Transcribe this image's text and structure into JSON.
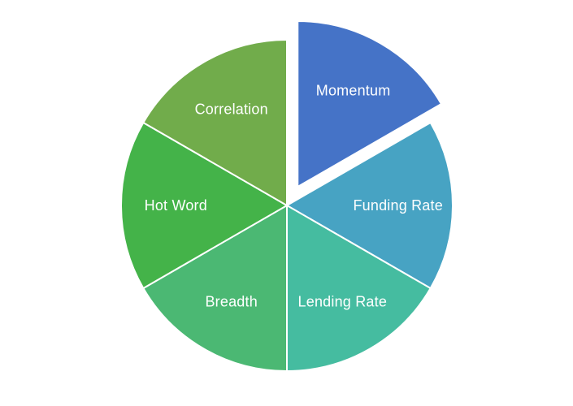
{
  "page": {
    "background": "#FFFFFF"
  },
  "chart_data": {
    "type": "pie",
    "title": "",
    "legend": "none",
    "direction": "clockwise",
    "start_angle_deg": 0,
    "label_color": "#FFFFFF",
    "slice_border_color": "#FFFFFF",
    "label_position_ratio": 0.67,
    "explode_distance_ratio": 0.13,
    "categories": [
      "Momentum",
      "Funding Rate",
      "Lending Rate",
      "Breadth",
      "Hot Word",
      "Correlation"
    ],
    "values": [
      1,
      1,
      1,
      1,
      1,
      1
    ],
    "slices": [
      {
        "label": "Momentum",
        "value": 1,
        "color": "#4573C7",
        "exploded": true
      },
      {
        "label": "Funding Rate",
        "value": 1,
        "color": "#47A3C3",
        "exploded": false
      },
      {
        "label": "Lending Rate",
        "value": 1,
        "color": "#45BCA0",
        "exploded": false
      },
      {
        "label": "Breadth",
        "value": 1,
        "color": "#4BB873",
        "exploded": false
      },
      {
        "label": "Hot Word",
        "value": 1,
        "color": "#44B349",
        "exploded": false
      },
      {
        "label": "Correlation",
        "value": 1,
        "color": "#71AC4B",
        "exploded": false
      }
    ]
  }
}
